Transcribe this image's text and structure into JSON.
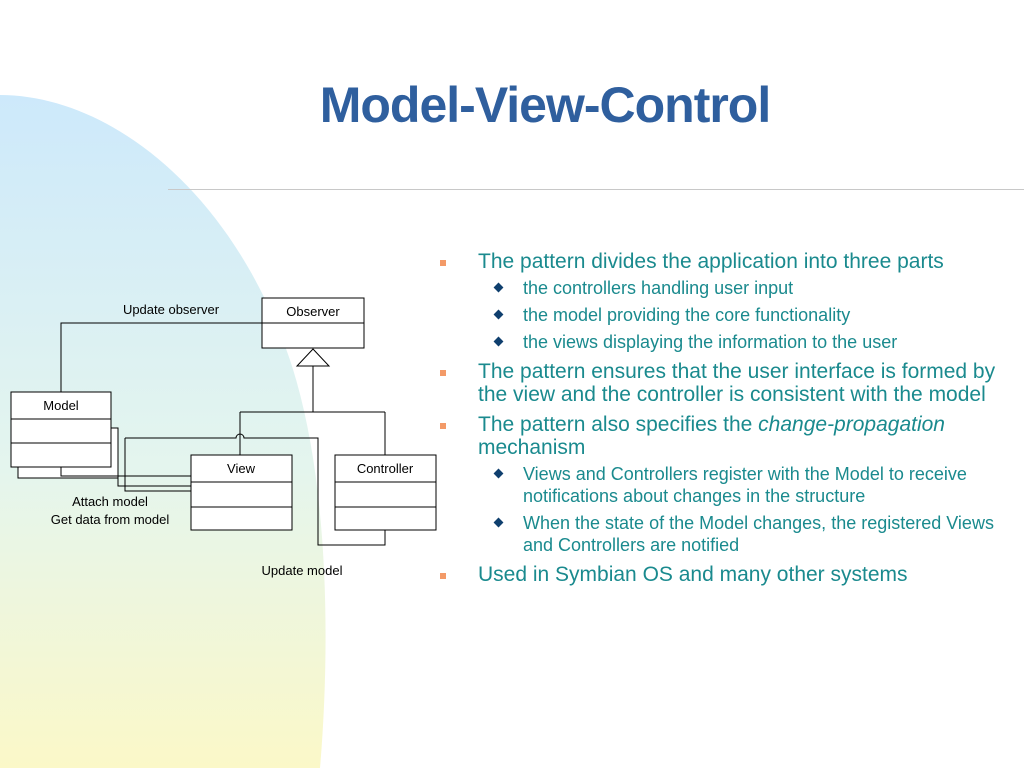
{
  "title": "Model-View-Control",
  "diagram": {
    "observer": "Observer",
    "model": "Model",
    "view": "View",
    "controller": "Controller",
    "update_observer": "Update observer",
    "attach_model": "Attach model",
    "get_data": "Get data from model",
    "update_model": "Update model"
  },
  "bullets": [
    {
      "text": "The pattern divides the application into three parts",
      "sub": [
        "the controllers handling user input",
        "the model providing the core functionality",
        "the views displaying the information to the user"
      ]
    },
    {
      "text": "The pattern ensures that the user interface is formed by the view and the controller is consistent with the model"
    },
    {
      "text_before": "The pattern also specifies the ",
      "text_italic": "change-propagation",
      "text_after": " mechanism",
      "sub": [
        "Views and Controllers register with the Model to receive notifications about changes in the structure",
        "When the state of the Model changes, the registered Views and Controllers are notified"
      ]
    },
    {
      "text": "Used in Symbian OS and many other systems"
    }
  ],
  "colors": {
    "title": "#2f5f9e",
    "bullet_text": "#1a8a8e",
    "square_bullet": "#f39a68",
    "diamond_bullet": "#0f3f6e"
  }
}
